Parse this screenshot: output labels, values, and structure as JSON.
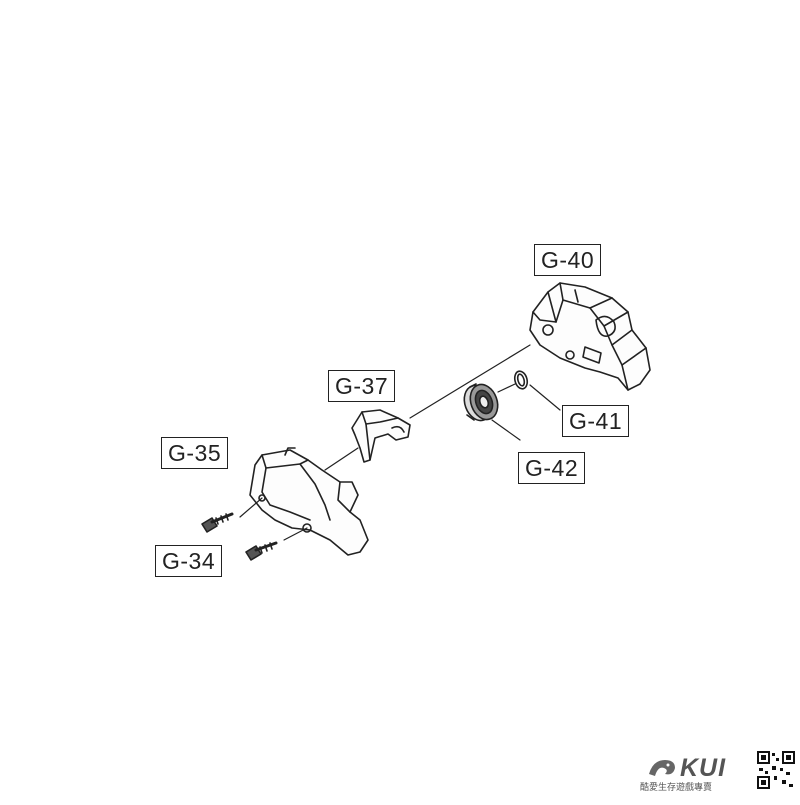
{
  "labels": {
    "g40": "G-40",
    "g37": "G-37",
    "g35": "G-35",
    "g41": "G-41",
    "g42": "G-42",
    "g34": "G-34"
  },
  "brand": {
    "logo_text": "KUI",
    "subtitle": "酷愛生存遊戲專賣"
  },
  "icons": [
    "qr-code-icon",
    "dragon-logo-icon"
  ]
}
